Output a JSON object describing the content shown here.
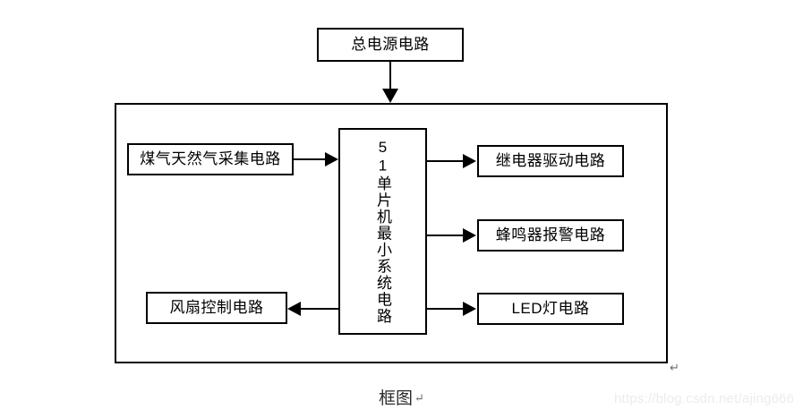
{
  "diagram": {
    "caption": "框图",
    "caption_mark": "↵",
    "paragraph_mark": "↵",
    "colors": {
      "stroke": "#000000",
      "background": "#ffffff",
      "watermark": "#ececec"
    },
    "container": {
      "name": "system-container",
      "label": ""
    },
    "blocks": [
      {
        "id": "power",
        "label": "总电源电路",
        "orientation": "horizontal"
      },
      {
        "id": "gas",
        "label": "煤气天然气采集电路",
        "orientation": "horizontal"
      },
      {
        "id": "mcu",
        "label": "51单片机最小系统电路",
        "orientation": "vertical"
      },
      {
        "id": "fan",
        "label": "风扇控制电路",
        "orientation": "horizontal"
      },
      {
        "id": "relay",
        "label": "继电器驱动电路",
        "orientation": "horizontal"
      },
      {
        "id": "buzzer",
        "label": "蜂鸣器报警电路",
        "orientation": "horizontal"
      },
      {
        "id": "led",
        "label": "LED灯电路",
        "orientation": "horizontal"
      }
    ],
    "connections": [
      {
        "from": "power",
        "to": "system-container",
        "direction": "down"
      },
      {
        "from": "gas",
        "to": "mcu",
        "direction": "right"
      },
      {
        "from": "mcu",
        "to": "relay",
        "direction": "right"
      },
      {
        "from": "mcu",
        "to": "buzzer",
        "direction": "right"
      },
      {
        "from": "mcu",
        "to": "led",
        "direction": "right"
      },
      {
        "from": "mcu",
        "to": "fan",
        "direction": "left"
      }
    ]
  },
  "watermark": {
    "text": "https://blog.csdn.net/ajing666"
  }
}
